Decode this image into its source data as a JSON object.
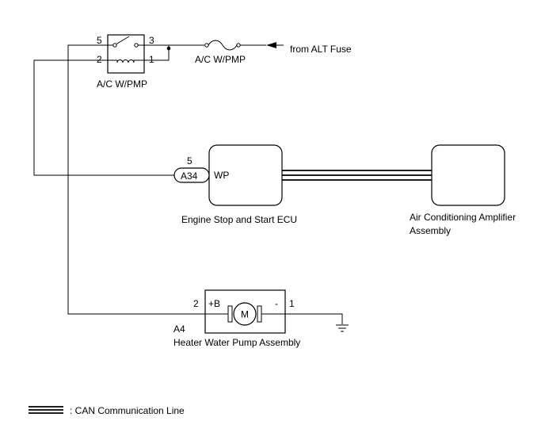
{
  "relay": {
    "name": "A/C W/PMP",
    "pins": {
      "p5": "5",
      "p3": "3",
      "p2": "2",
      "p1": "1"
    }
  },
  "fuse": {
    "name": "A/C W/PMP"
  },
  "source": {
    "label": "from ALT Fuse"
  },
  "ecu": {
    "name": "Engine Stop and Start ECU",
    "terminal": "WP",
    "connector": "A34",
    "pin": "5"
  },
  "amplifier": {
    "name_line1": "Air Conditioning Amplifier",
    "name_line2": "Assembly"
  },
  "pump": {
    "connector": "A4",
    "name": "Heater Water Pump Assembly",
    "pin_plus_number": "2",
    "pin_plus_label": "+B",
    "pin_minus_number": "1",
    "pin_minus_label": "-",
    "motor_symbol": "M"
  },
  "legend": {
    "can_label": ": CAN Communication Line"
  }
}
